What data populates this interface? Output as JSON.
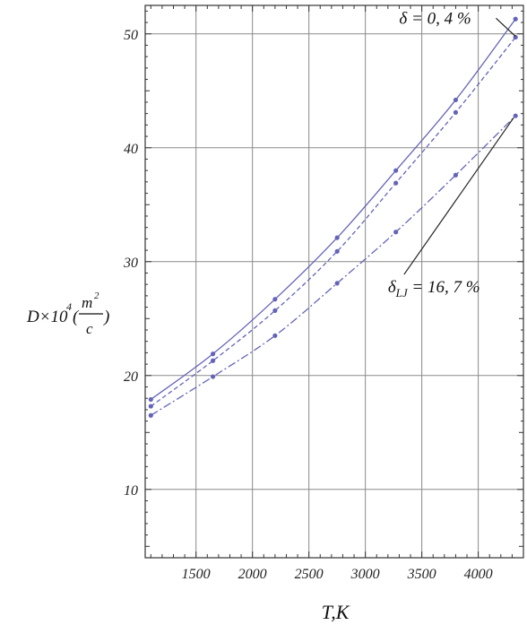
{
  "chart_data": {
    "type": "line",
    "xlabel": "T,K",
    "ylabel": {
      "prefix": "D×10",
      "exponent": "4",
      "open": "(",
      "numerator": "m",
      "numerator_exp": "2",
      "denominator": "c",
      "close": ")"
    },
    "xlim": [
      1050,
      4400
    ],
    "ylim": [
      4,
      52.5
    ],
    "xticks": [
      1500,
      2000,
      2500,
      3000,
      3500,
      4000
    ],
    "yticks": [
      10,
      20,
      30,
      40,
      50
    ],
    "grid": true,
    "series": [
      {
        "style": "solid",
        "color": "#6464b8",
        "x": [
          1100,
          1650,
          2200,
          2750,
          3270,
          3800,
          4330
        ],
        "y": [
          17.9,
          21.9,
          26.7,
          32.1,
          38.0,
          44.2,
          51.3
        ]
      },
      {
        "style": "dashed",
        "color": "#6464b8",
        "x": [
          1100,
          1650,
          2200,
          2750,
          3270,
          3800,
          4330
        ],
        "y": [
          17.3,
          21.3,
          25.7,
          30.9,
          36.9,
          43.1,
          49.7
        ]
      },
      {
        "style": "dashdot",
        "color": "#6464b8",
        "x": [
          1100,
          1650,
          2200,
          2750,
          3270,
          3800,
          4330
        ],
        "y": [
          16.5,
          19.9,
          23.5,
          28.1,
          32.6,
          37.6,
          42.8
        ]
      }
    ],
    "annotations": [
      {
        "id": "ann1",
        "text": "δ = 0, 4 %",
        "x": 3300,
        "y": 50.9,
        "arrow_to": [
          4330,
          49.7
        ]
      },
      {
        "id": "ann2",
        "base": "δ",
        "sub": "LJ",
        "rest": " = 16, 7 %",
        "x": 3200,
        "y": 27.3,
        "arrow_to": [
          4330,
          42.8
        ]
      }
    ]
  }
}
